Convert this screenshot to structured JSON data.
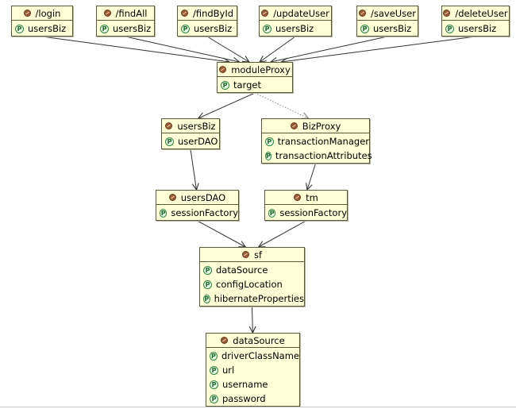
{
  "icons": {
    "bean": "bean-icon",
    "property": "property-icon"
  },
  "colors": {
    "box_fill": "#fefed7",
    "box_border": "#5a5a3a",
    "edge": "#333333",
    "edge_dotted": "#888888"
  },
  "beans": [
    {
      "id": "login",
      "name": "/login",
      "props": [
        "usersBiz"
      ]
    },
    {
      "id": "findAll",
      "name": "/findAll",
      "props": [
        "usersBiz"
      ]
    },
    {
      "id": "findById",
      "name": "/findById",
      "props": [
        "usersBiz"
      ]
    },
    {
      "id": "updateUser",
      "name": "/updateUser",
      "props": [
        "usersBiz"
      ]
    },
    {
      "id": "saveUser",
      "name": "/saveUser",
      "props": [
        "usersBiz"
      ]
    },
    {
      "id": "deleteUser",
      "name": "/deleteUser",
      "props": [
        "usersBiz"
      ]
    },
    {
      "id": "moduleProxy",
      "name": "moduleProxy",
      "props": [
        "target"
      ]
    },
    {
      "id": "usersBiz",
      "name": "usersBiz",
      "props": [
        "userDAO"
      ]
    },
    {
      "id": "BizProxy",
      "name": "BizProxy",
      "props": [
        "transactionManager",
        "transactionAttributes"
      ]
    },
    {
      "id": "usersDAO",
      "name": "usersDAO",
      "props": [
        "sessionFactory"
      ]
    },
    {
      "id": "tm",
      "name": "tm",
      "props": [
        "sessionFactory"
      ]
    },
    {
      "id": "sf",
      "name": "sf",
      "props": [
        "dataSource",
        "configLocation",
        "hibernateProperties"
      ]
    },
    {
      "id": "dataSource",
      "name": "dataSource",
      "props": [
        "driverClassName",
        "url",
        "username",
        "password"
      ]
    }
  ],
  "edges": [
    {
      "from": "login",
      "to": "moduleProxy",
      "style": "solid"
    },
    {
      "from": "findAll",
      "to": "moduleProxy",
      "style": "solid"
    },
    {
      "from": "findById",
      "to": "moduleProxy",
      "style": "solid"
    },
    {
      "from": "updateUser",
      "to": "moduleProxy",
      "style": "solid"
    },
    {
      "from": "saveUser",
      "to": "moduleProxy",
      "style": "solid"
    },
    {
      "from": "deleteUser",
      "to": "moduleProxy",
      "style": "solid"
    },
    {
      "from": "moduleProxy",
      "to": "usersBiz",
      "style": "solid"
    },
    {
      "from": "moduleProxy",
      "to": "BizProxy",
      "style": "dotted"
    },
    {
      "from": "usersBiz",
      "to": "usersDAO",
      "style": "solid"
    },
    {
      "from": "BizProxy",
      "to": "tm",
      "style": "solid"
    },
    {
      "from": "usersDAO",
      "to": "sf",
      "style": "solid"
    },
    {
      "from": "tm",
      "to": "sf",
      "style": "solid"
    },
    {
      "from": "sf",
      "to": "dataSource",
      "style": "solid"
    }
  ]
}
